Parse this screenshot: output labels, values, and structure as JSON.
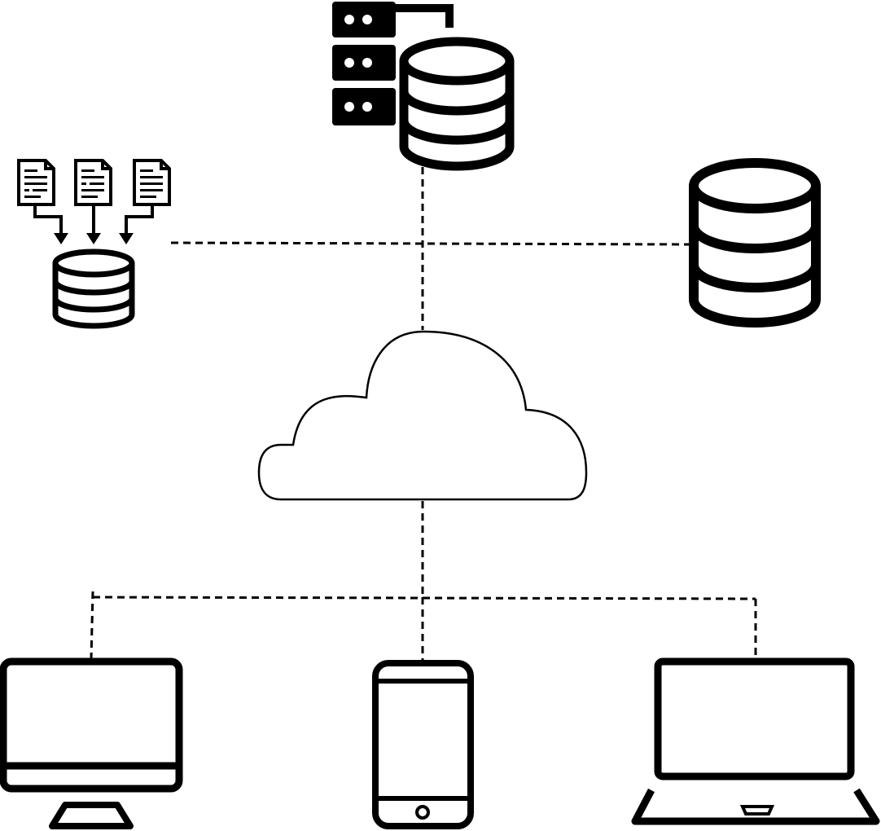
{
  "diagram": {
    "kind": "network-topology",
    "line_style": "dashed",
    "background": "#ffffff",
    "stroke_color": "#000000",
    "nodes": [
      {
        "id": "server-database",
        "icon": "server-database-icon"
      },
      {
        "id": "document-ingestion",
        "icon": "document-ingest-database-icon"
      },
      {
        "id": "database",
        "icon": "database-icon"
      },
      {
        "id": "cloud",
        "icon": "cloud-icon"
      },
      {
        "id": "desktop",
        "icon": "desktop-monitor-icon"
      },
      {
        "id": "smartphone",
        "icon": "smartphone-icon"
      },
      {
        "id": "laptop",
        "icon": "laptop-icon"
      }
    ],
    "edges": [
      {
        "from": "server-database",
        "to": "cloud"
      },
      {
        "from": "document-ingestion",
        "to": "database"
      },
      {
        "from": "cloud",
        "to": "desktop"
      },
      {
        "from": "cloud",
        "to": "smartphone"
      },
      {
        "from": "cloud",
        "to": "laptop"
      }
    ]
  }
}
